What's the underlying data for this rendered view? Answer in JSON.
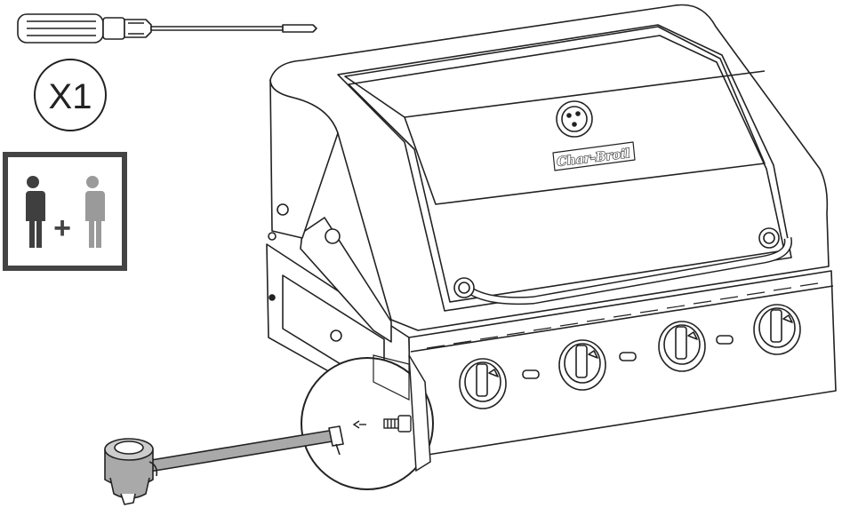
{
  "tools": {
    "tool_icon": "flathead-screwdriver-icon",
    "quantity_label": "X1"
  },
  "people": {
    "icon": "two-person-assembly-icon",
    "plus_sign": "+",
    "person_colors": [
      "#3f3f3f",
      "#9a9a9a"
    ]
  },
  "grill": {
    "brand_logo": "Char-Broil",
    "burner_knob_count": 4
  },
  "parts": {
    "side_burner_icon": "side-burner-assembly-icon",
    "detail_callout": "hose-fitting-detail-circle"
  },
  "colors": {
    "line": "#222222",
    "frame": "#444444",
    "fill": "#ffffff",
    "pipe_fill": "#a9a9a9"
  }
}
